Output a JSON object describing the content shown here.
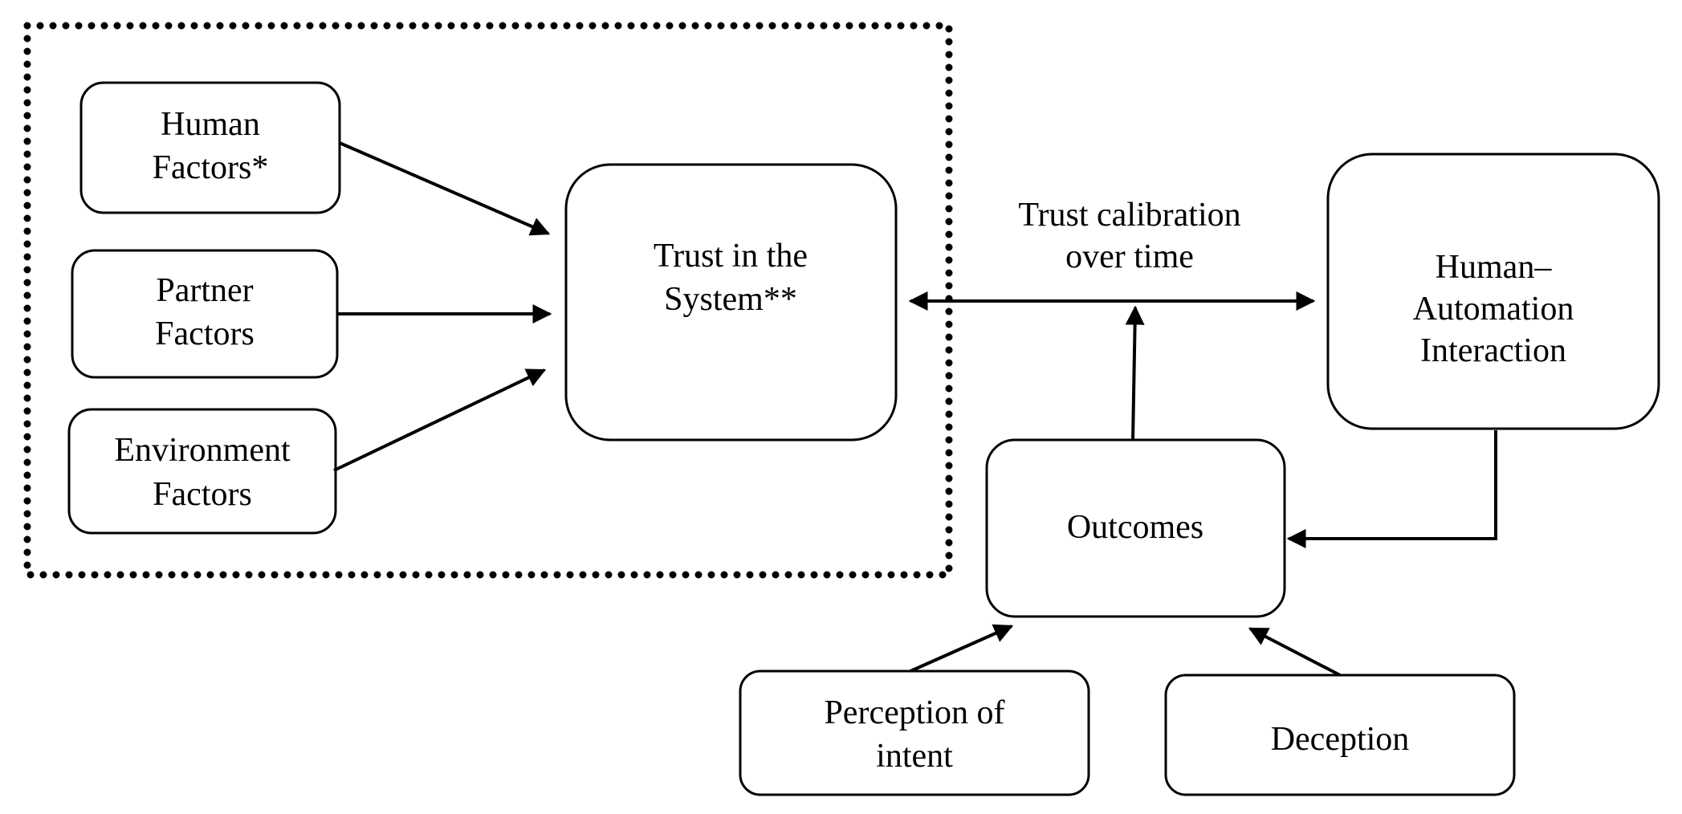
{
  "nodes": {
    "human_factors": {
      "line1": "Human",
      "line2": "Factors*"
    },
    "partner_factors": {
      "line1": "Partner",
      "line2": "Factors"
    },
    "environment_factors": {
      "line1": "Environment",
      "line2": "Factors"
    },
    "trust_system": {
      "line1": "Trust in the",
      "line2": "System**"
    },
    "human_automation": {
      "line1": "Human–",
      "line2": "Automation",
      "line3": "Interaction"
    },
    "outcomes": {
      "label": "Outcomes"
    },
    "perception_intent": {
      "line1": "Perception of",
      "line2": "intent"
    },
    "deception": {
      "label": "Deception"
    }
  },
  "edges": {
    "calibration": {
      "line1": "Trust calibration",
      "line2": "over time"
    }
  }
}
